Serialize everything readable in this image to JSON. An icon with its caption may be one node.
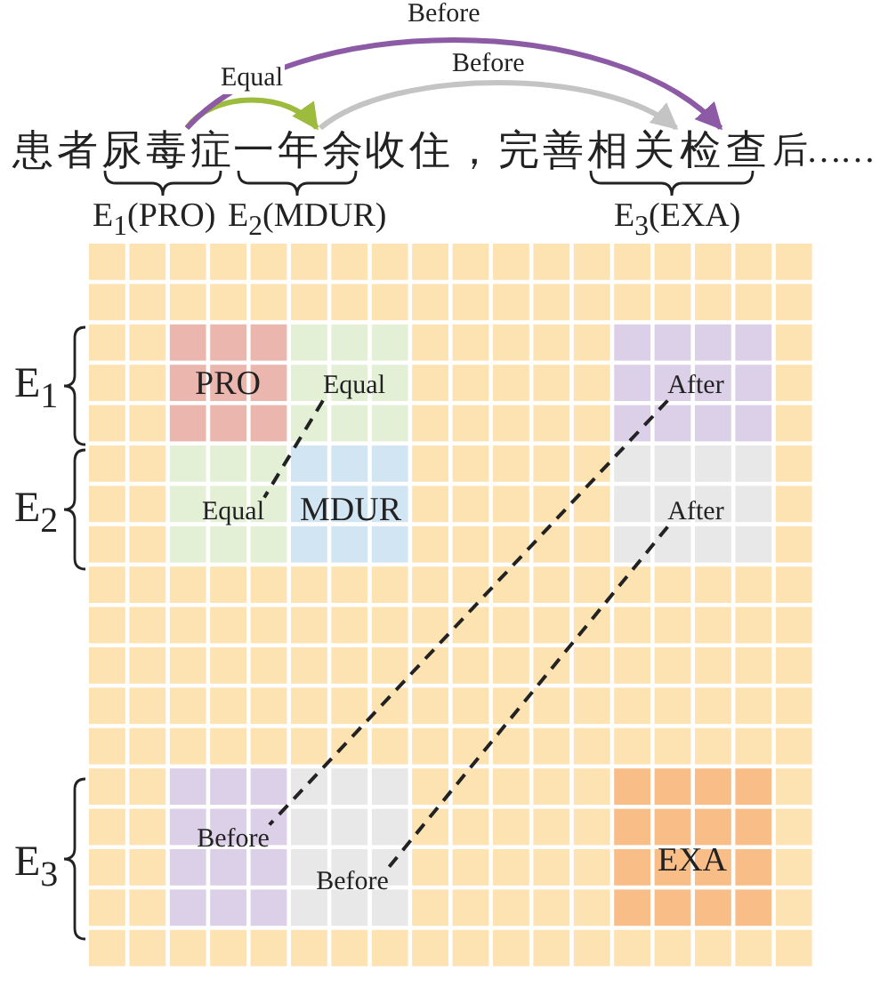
{
  "diagram": {
    "nodes": [
      {
        "text": [
          "尿毒症"
        ],
        "beside": [
          "E$_{1}$(PRO)"
        ]
      },
      {
        "text": [
          "一年余"
        ],
        "beside": [
          "E$_{2}$(MDUR)"
        ]
      },
      {
        "text": [
          "相关检查"
        ],
        "beside": [
          "E$_{3}$(EXA)"
        ]
      },
      {
        "text": [
          "PRO"
        ]
      },
      {
        "text": [
          "Equal"
        ]
      },
      {
        "text": [
          "After"
        ]
      },
      {
        "text": [
          "Equal"
        ]
      },
      {
        "text": [
          "MDUR"
        ]
      },
      {
        "text": [
          "After"
        ]
      },
      {
        "text": [
          "Before"
        ]
      },
      {
        "text": [
          "Before"
        ]
      },
      {
        "text": [
          "EXA"
        ]
      }
    ],
    "edges": [
      {
        "from": 0,
        "to": 1,
        "arrow": "to",
        "label": "Equal",
        "color": "#9dbb3c"
      },
      {
        "from": 1,
        "to": 2,
        "arrow": "to",
        "label": "Before",
        "color": "#c4c4c4"
      },
      {
        "from": 0,
        "to": 2,
        "arrow": "to",
        "label": "Before",
        "color": "#8d5aa6"
      },
      {
        "from": 4,
        "to": 6,
        "arrow": "none",
        "style": "dashed"
      },
      {
        "from": 5,
        "to": 9,
        "arrow": "none",
        "style": "dashed"
      },
      {
        "from": 8,
        "to": 10,
        "arrow": "none",
        "style": "dashed"
      }
    ],
    "labels": [
      "患者",
      "收住，完善",
      "后……",
      "E$_{1}$",
      "E$_{2}$",
      "E$_{3}$"
    ]
  }
}
